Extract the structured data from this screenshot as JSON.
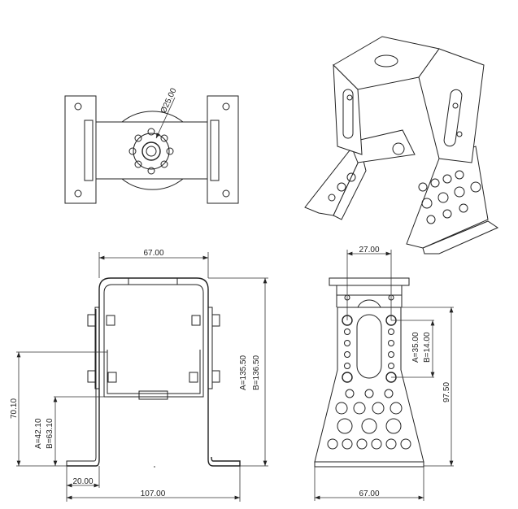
{
  "title": "Pan/tilt bracket dimension drawing",
  "top_view": {
    "diameter_label": "Ø25.00"
  },
  "front_view": {
    "width_top": "67.00",
    "foot_width": "20.00",
    "overall_width": "107.00",
    "height_70": "70.10",
    "height_a_small": "A=42.10",
    "height_b_small": "B=63.10",
    "height_a_large": "A=135.50",
    "height_b_large": "B=136.50"
  },
  "side_view": {
    "hole_spacing": "27.00",
    "height": "97.50",
    "slot_a": "A=35.00",
    "slot_b": "B=14.00",
    "base_width": "67.00"
  }
}
